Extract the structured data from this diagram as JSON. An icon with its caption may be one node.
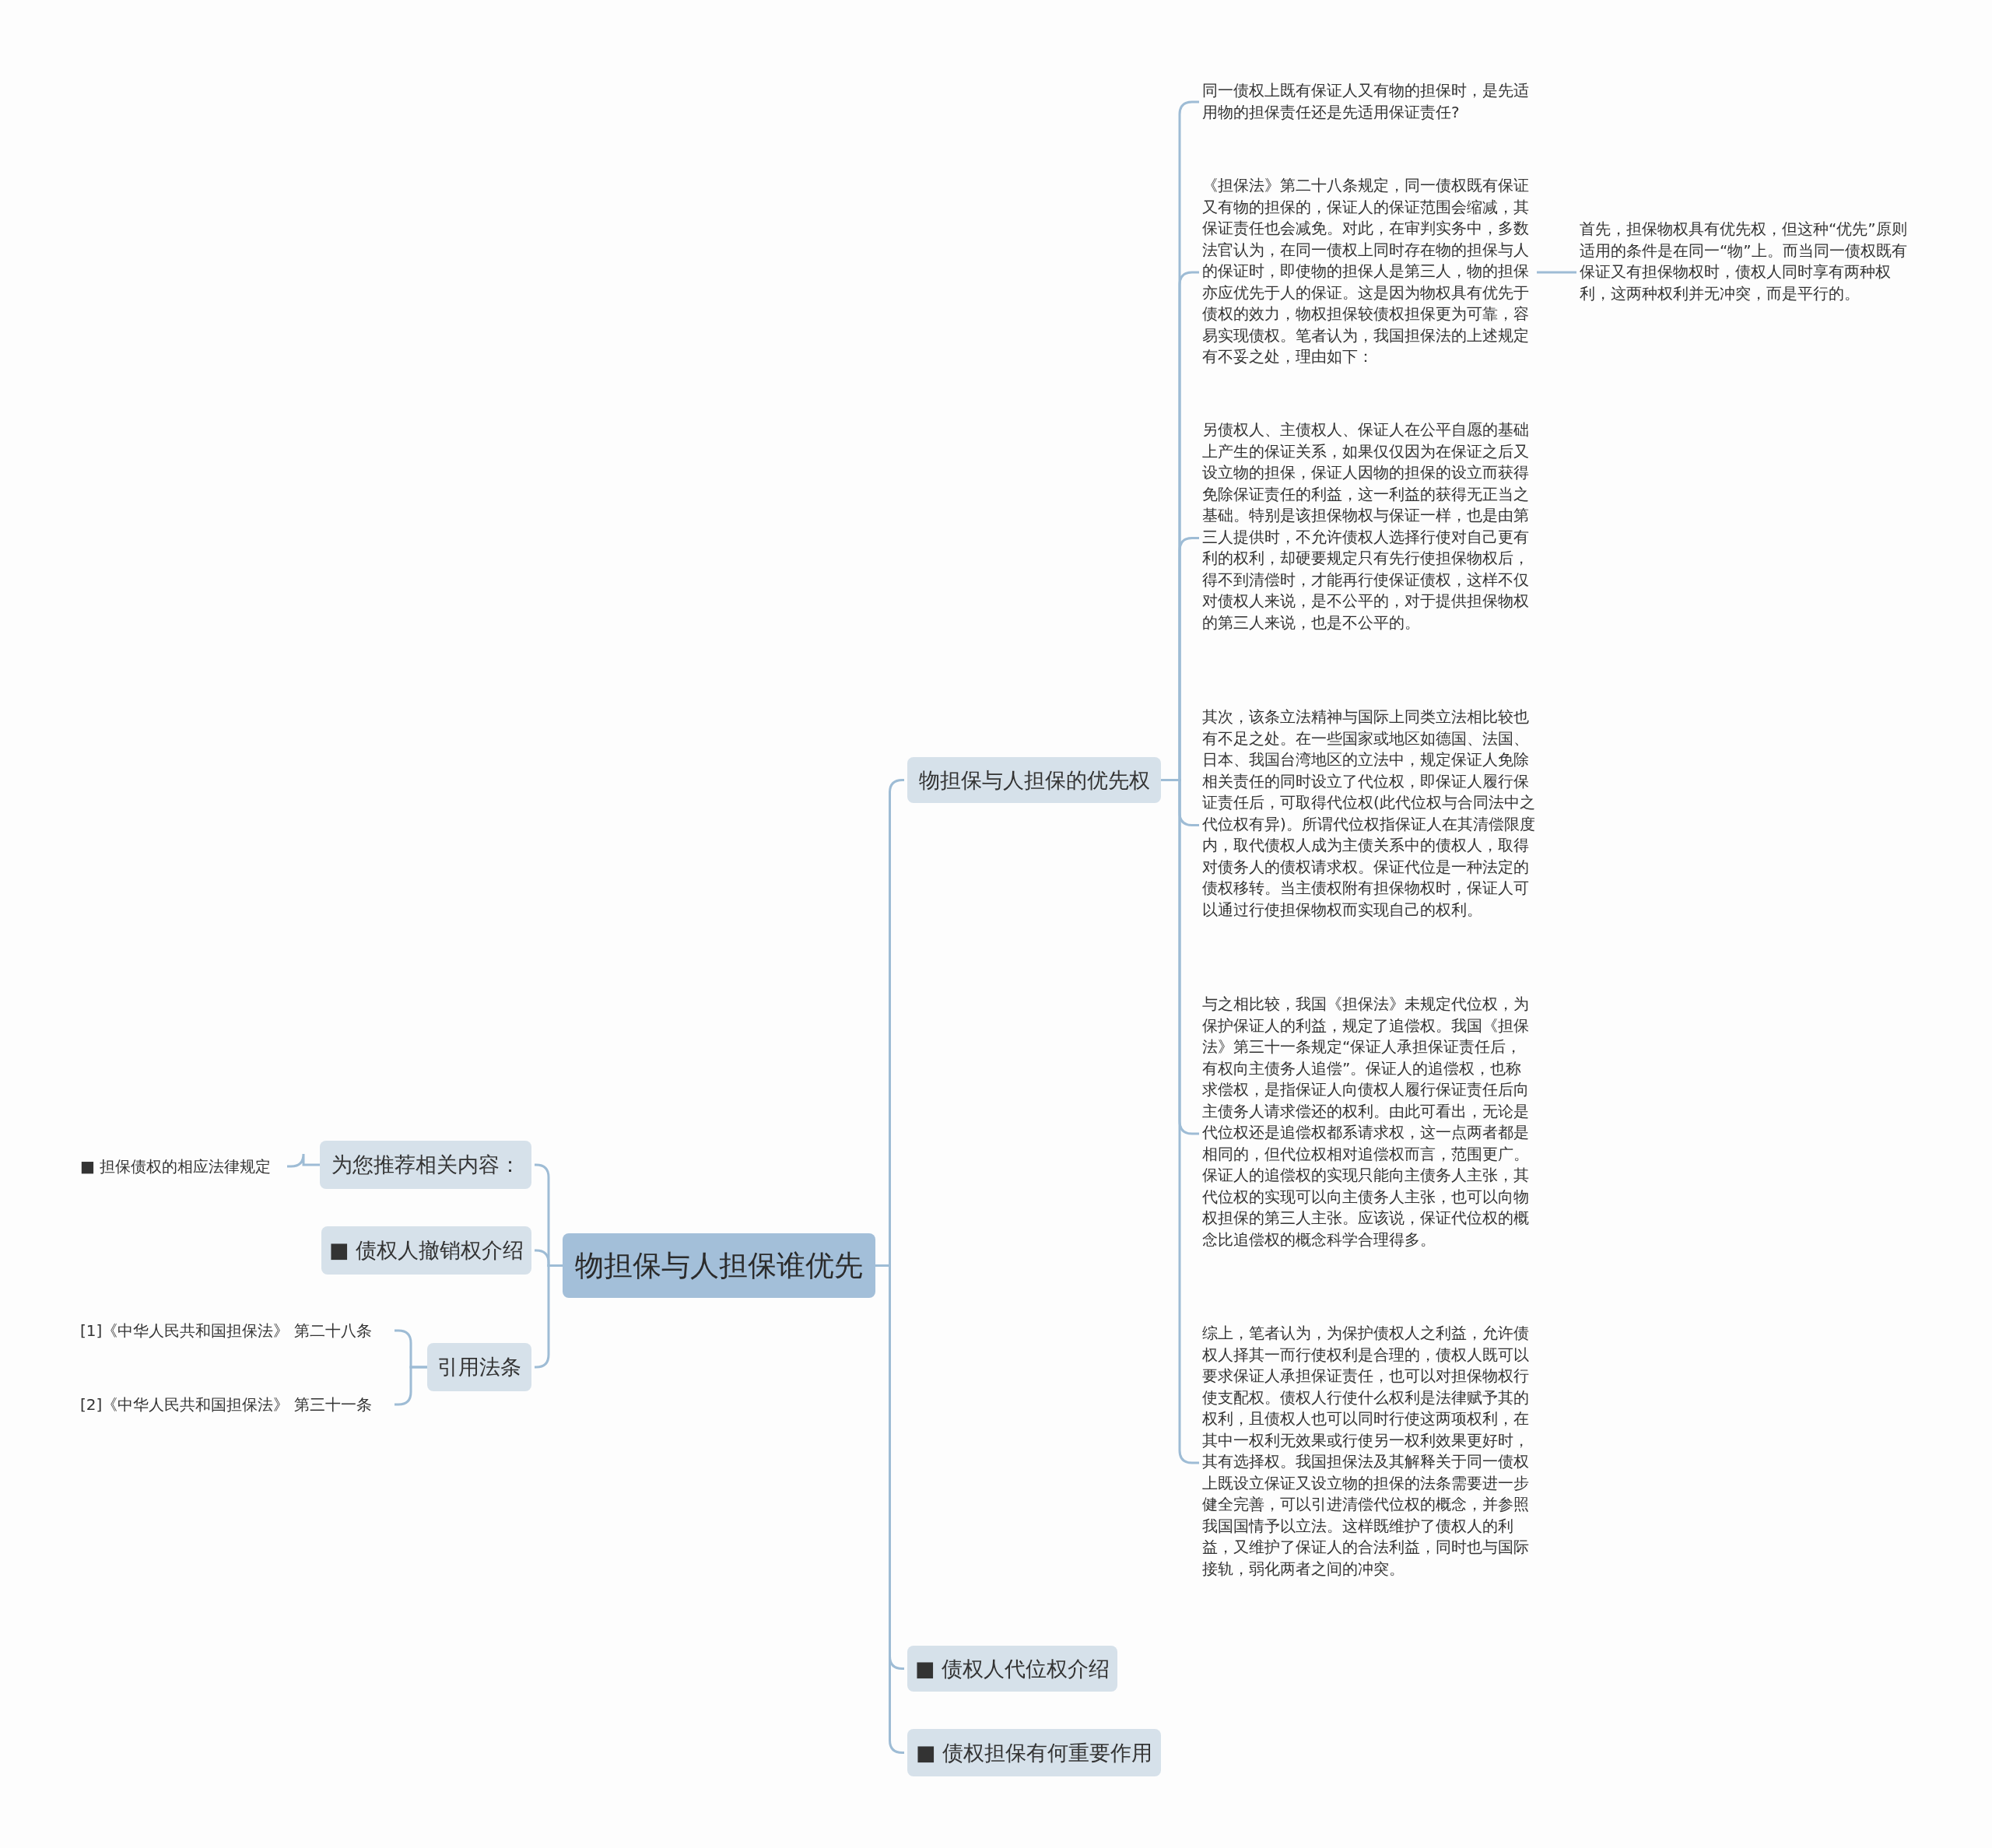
{
  "diagram": {
    "nodes": [
      {
        "text": [
          "物担保与人担保谁优先"
        ]
      },
      {
        "text": [
          "物担保与人担保的优先权"
        ]
      },
      {
        "text": [
          "同一债权上既有保证人又有物的担保时，是先适用物的担保责任还是先适用保证责任?"
        ]
      },
      {
        "text": [
          "《担保法》第二十八条规定，同一债权既有保证又有物的担保的，保证人的保证范围会缩减，其保证责任也会减免。对此，在审判实务中，多数法官认为，在同一债权上同时存在物的担保与人的保证时，即使物的担保人是第三人，物的担保亦应优先于人的保证。这是因为物权具有优先于债权的效力，物权担保较债权担保更为可靠，容易实现债权。笔者认为，我国担保法的上述规定有不妥之处，理由如下："
        ]
      },
      {
        "text": [
          "首先，担保物权具有优先权，但这种“优先”原则适用的条件是在同一“物”上。而当同一债权既有保证又有担保物权时，债权人同时享有两种权利，这两种权利并无冲突，而是平行的。"
        ]
      },
      {
        "text": [
          "另债权人、主债权人、保证人在公平自愿的基础上产生的保证关系，如果仅仅因为在保证之后又设立物的担保，保证人因物的担保的设立而获得免除保证责任的利益，这一利益的获得无正当之基础。特别是该担保物权与保证一样，也是由第三人提供时，不允许债权人选择行使对自己更有利的权利，却硬要规定只有先行使担保物权后，得不到清偿时，才能再行使保证债权，这样不仅对债权人来说，是不公平的，对于提供担保物权的第三人来说，也是不公平的。"
        ]
      },
      {
        "text": [
          "其次，该条立法精神与国际上同类立法相比较也有不足之处。在一些国家或地区如德国、法国、日本、我国台湾地区的立法中，规定保证人免除相关责任的同时设立了代位权，即保证人履行保证责任后，可取得代位权(此代位权与合同法中之代位权有异)。所谓代位权指保证人在其清偿限度内，取代债权人成为主债关系中的债权人，取得对债务人的债权请求权。保证代位是一种法定的债权移转。当主债权附有担保物权时，保证人可以通过行使担保物权而实现自己的权利。"
        ]
      },
      {
        "text": [
          "与之相比较，我国《担保法》未规定代位权，为保护保证人的利益，规定了追偿权。我国《担保法》第三十一条规定“保证人承担保证责任后，有权向主债务人追偿”。保证人的追偿权，也称求偿权，是指保证人向债权人履行保证责任后向主债务人请求偿还的权利。由此可看出，无论是代位权还是追偿权都系请求权，这一点两者都是相同的，但代位权相对追偿权而言，范围更广。保证人的追偿权的实现只能向主债务人主张，其代位权的实现可以向主债务人主张，也可以向物权担保的第三人主张。应该说，保证代位权的概念比追偿权的概念科学合理得多。"
        ]
      },
      {
        "text": [
          "综上，笔者认为，为保护债权人之利益，允许债权人择其一而行使权利是合理的，债权人既可以要求保证人承担保证责任，也可以对担保物权行使支配权。债权人行使什么权利是法律赋予其的权利，且债权人也可以同时行使这两项权利，在其中一权利无效果或行使另一权利效果更好时，其有选择权。我国担保法及其解释关于同一债权上既设立保证又设立物的担保的法条需要进一步健全完善，可以引进清偿代位权的概念，并参照我国国情予以立法。这样既维护了债权人的利益，又维护了保证人的合法利益，同时也与国际接轨，弱化两者之间的冲突。"
        ]
      },
      {
        "text": [
          "■ 债权人代位权介绍"
        ]
      },
      {
        "text": [
          "■ 债权担保有何重要作用"
        ]
      },
      {
        "text": [
          "为您推荐相关内容："
        ]
      },
      {
        "text": [
          "■ 担保债权的相应法律规定"
        ]
      },
      {
        "text": [
          "■ 债权人撤销权介绍"
        ]
      },
      {
        "text": [
          "引用法条"
        ]
      },
      {
        "text": [
          "[1]《中华人民共和国担保法》 第二十八条"
        ]
      },
      {
        "text": [
          "[2]《中华人民共和国担保法》 第三十一条"
        ]
      }
    ],
    "edges": [
      {
        "from": 0,
        "to": 1,
        "arrow": "none"
      },
      {
        "from": 1,
        "to": 2,
        "arrow": "none"
      },
      {
        "from": 1,
        "to": 3,
        "arrow": "none"
      },
      {
        "from": 3,
        "to": 4,
        "arrow": "none"
      },
      {
        "from": 1,
        "to": 5,
        "arrow": "none"
      },
      {
        "from": 1,
        "to": 6,
        "arrow": "none"
      },
      {
        "from": 1,
        "to": 7,
        "arrow": "none"
      },
      {
        "from": 1,
        "to": 8,
        "arrow": "none"
      },
      {
        "from": 0,
        "to": 9,
        "arrow": "none"
      },
      {
        "from": 0,
        "to": 10,
        "arrow": "none"
      },
      {
        "from": 0,
        "to": 11,
        "arrow": "none"
      },
      {
        "from": 11,
        "to": 12,
        "arrow": "none"
      },
      {
        "from": 0,
        "to": 13,
        "arrow": "none"
      },
      {
        "from": 0,
        "to": 14,
        "arrow": "none"
      },
      {
        "from": 14,
        "to": 15,
        "arrow": "none"
      },
      {
        "from": 14,
        "to": 16,
        "arrow": "none"
      }
    ]
  }
}
